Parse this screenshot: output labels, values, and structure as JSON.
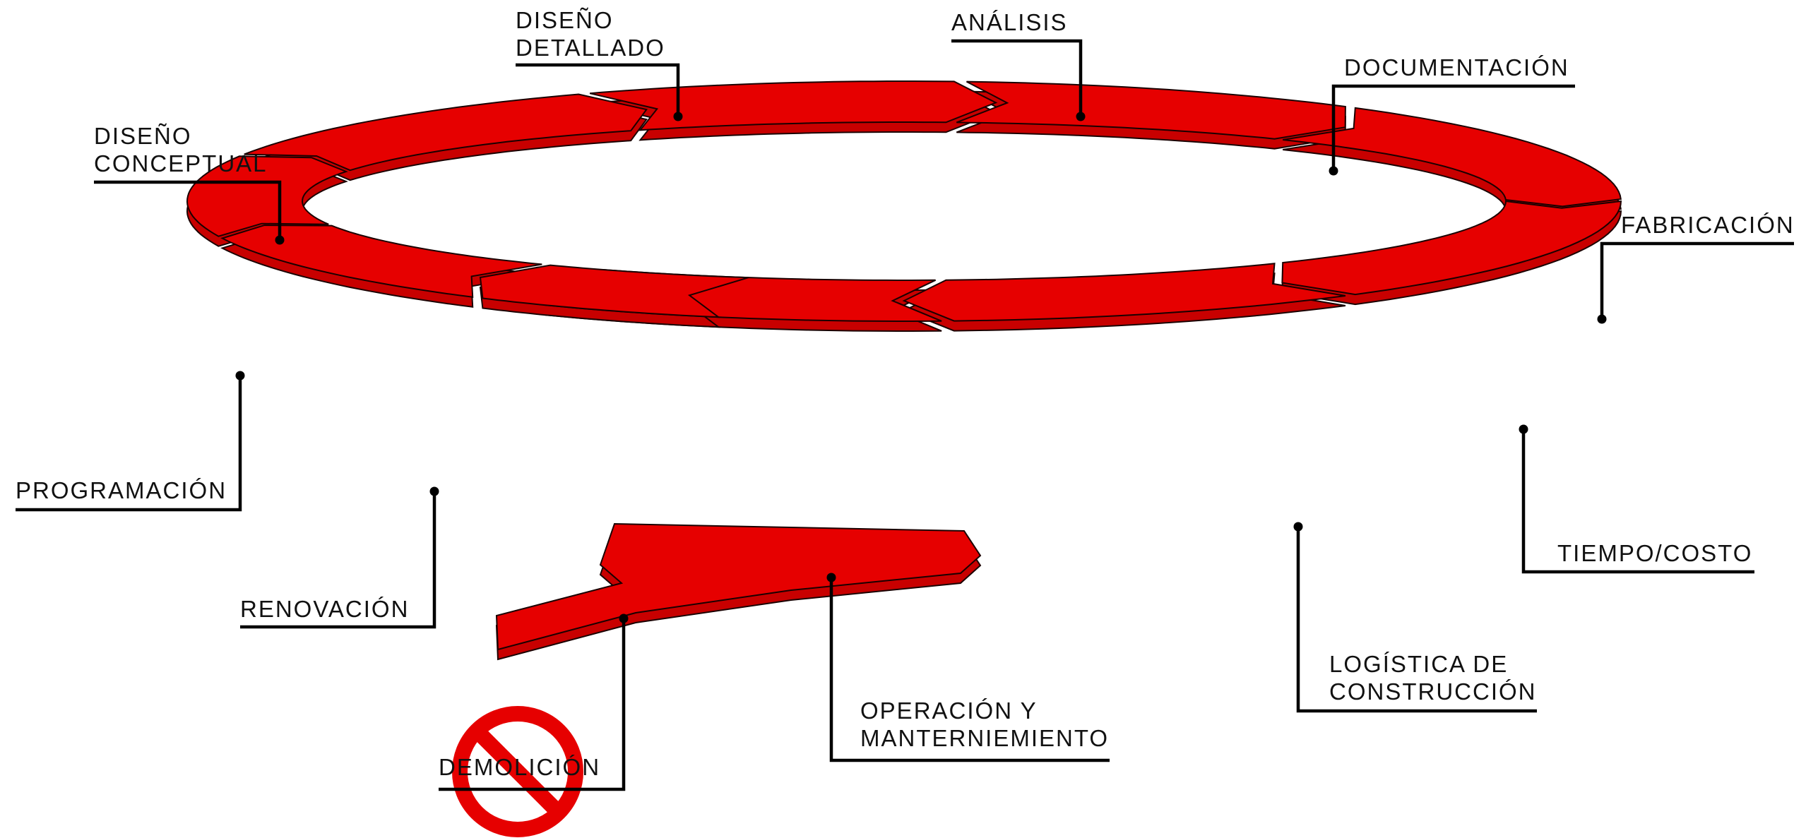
{
  "colors": {
    "segment_top": "#e60000",
    "segment_side": "#c80000",
    "segment_outline": "#1a0000",
    "leader_line": "#000000",
    "prohibition_sign": "#e60000"
  },
  "stages": [
    {
      "id": "analisis",
      "lines": [
        "ANÁLISIS"
      ]
    },
    {
      "id": "documentacion",
      "lines": [
        "DOCUMENTACIÓN"
      ]
    },
    {
      "id": "fabricacion",
      "lines": [
        "FABRICACIÓN"
      ]
    },
    {
      "id": "tiempo-costo",
      "lines": [
        "TIEMPO/COSTO"
      ]
    },
    {
      "id": "logistica",
      "lines": [
        "LOGÍSTICA DE",
        "CONSTRUCCIÓN"
      ]
    },
    {
      "id": "operacion",
      "lines": [
        "OPERACIÓN Y",
        "MANTERNIEMIENTO"
      ]
    },
    {
      "id": "demolicion",
      "lines": [
        "DEMOLICIÓN"
      ]
    },
    {
      "id": "renovacion",
      "lines": [
        "RENOVACIÓN"
      ]
    },
    {
      "id": "programacion",
      "lines": [
        "PROGRAMACIÓN"
      ]
    },
    {
      "id": "diseno-conceptual",
      "lines": [
        "DISEÑO",
        "CONCEPTUAL"
      ]
    },
    {
      "id": "diseno-detallado",
      "lines": [
        "DISEÑO",
        "DETALLADO"
      ]
    }
  ],
  "icons": {
    "demolition_sign": "prohibition-icon"
  }
}
